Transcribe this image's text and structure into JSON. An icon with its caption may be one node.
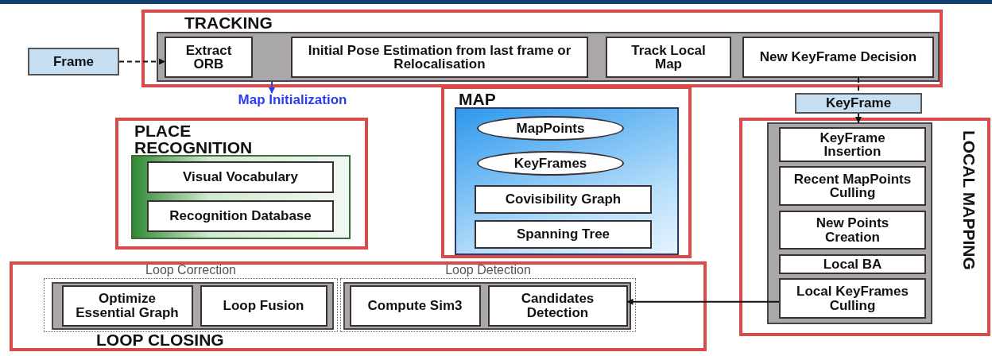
{
  "diagram": {
    "nodes": [
      {
        "text": [
          "Frame"
        ]
      },
      {
        "text": [
          "TRACKING"
        ]
      },
      {
        "text": [],
        "shape": "box",
        "in": 1
      },
      {
        "text": [
          "Extract ORB"
        ],
        "in": 2
      },
      {
        "text": [
          "Initial Pose Estimation from last frame or Relocalisation"
        ],
        "in": 2
      },
      {
        "text": [
          "Track Local Map"
        ],
        "in": 2
      },
      {
        "text": [
          "New KeyFrame Decision"
        ],
        "in": 2
      },
      {
        "text": [
          "Map Initialization"
        ]
      },
      {
        "text": [
          "KeyFrame"
        ]
      },
      {
        "text": [
          "MAP"
        ]
      },
      {
        "text": [],
        "shape": "box",
        "in": 9
      },
      {
        "text": [
          "MapPoints"
        ],
        "in": 10
      },
      {
        "text": [
          "KeyFrames"
        ],
        "in": 10
      },
      {
        "text": [
          "Covisibility Graph"
        ],
        "in": 10
      },
      {
        "text": [
          "Spanning Tree"
        ],
        "in": 10
      },
      {
        "text": [
          "PLACE RECOGNITION"
        ]
      },
      {
        "text": [],
        "shape": "box",
        "in": 15
      },
      {
        "text": [
          "Visual Vocabulary"
        ],
        "in": 16
      },
      {
        "text": [
          "Recognition Database"
        ],
        "in": 16
      },
      {
        "text": [
          "LOCAL MAPPING"
        ]
      },
      {
        "text": [],
        "shape": "box",
        "in": 19
      },
      {
        "text": [
          "KeyFrame Insertion"
        ],
        "in": 20
      },
      {
        "text": [
          "Recent MapPoints Culling"
        ],
        "in": 20
      },
      {
        "text": [
          "New Points Creation"
        ],
        "in": 20
      },
      {
        "text": [
          "Local BA"
        ],
        "in": 20
      },
      {
        "text": [
          "Local KeyFrames Culling"
        ],
        "in": 20
      },
      {
        "text": [
          "LOOP CLOSING"
        ]
      },
      {
        "text": [
          "Loop Correction"
        ],
        "in": 26
      },
      {
        "text": [],
        "shape": "box",
        "in": 27
      },
      {
        "text": [
          "Optimize Essential Graph"
        ],
        "in": 28
      },
      {
        "text": [
          "Loop Fusion"
        ],
        "in": 28
      },
      {
        "text": [
          "Loop Detection"
        ],
        "in": 26
      },
      {
        "text": [],
        "shape": "box",
        "in": 31
      },
      {
        "text": [
          "Compute Sim3"
        ],
        "in": 32
      },
      {
        "text": [
          "Candidates Detection"
        ],
        "in": 32
      }
    ],
    "edges": [
      {
        "from": 0,
        "to": 3,
        "arrow": "to",
        "style": "dashed"
      },
      {
        "from": 2,
        "to": 7,
        "arrow": "to",
        "style": "dashed",
        "color": "#2a3cf0"
      },
      {
        "from": 6,
        "to": 8,
        "arrow": "none",
        "style": "dashed"
      },
      {
        "from": 8,
        "to": 20,
        "arrow": "to",
        "style": "dashed"
      },
      {
        "from": 25,
        "to": 34,
        "arrow": "to"
      }
    ]
  }
}
